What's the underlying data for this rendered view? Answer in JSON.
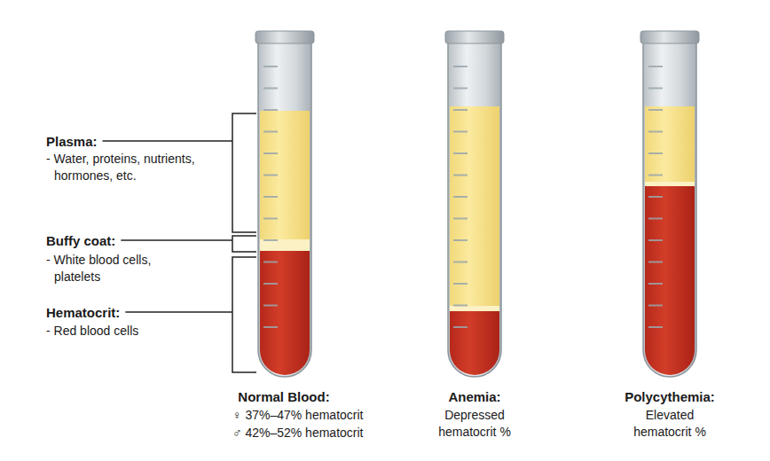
{
  "diagram": {
    "labels": [
      "Plasma:",
      "- Water, proteins, nutrients, hormones, etc.",
      "Buffy coat:",
      "- White blood cells, platelets",
      "Hematocrit:",
      "- Red blood cells",
      "Normal Blood:",
      "♀ 37%–47% hematocrit",
      "♂ 42%–52% hematocrit",
      "Anemia:",
      "Depressed hematocrit %",
      "Polycythemia:",
      "Elevated hematocrit %"
    ]
  }
}
